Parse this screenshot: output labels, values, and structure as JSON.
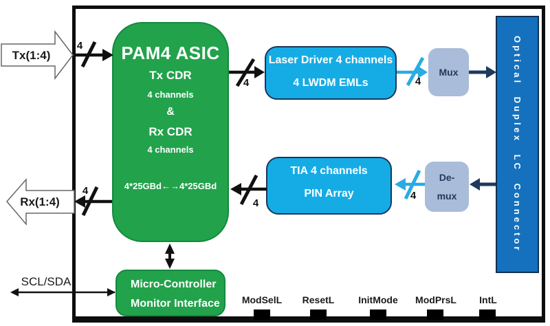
{
  "io": {
    "tx_label": "Tx(1:4)",
    "rx_label": "Rx(1:4)",
    "scl_sda_label": "SCL/SDA"
  },
  "blocks": {
    "pam4": {
      "title": "PAM4 ASIC",
      "lines": [
        "Tx CDR",
        "4 channels",
        "&",
        "Rx CDR",
        "4 channels"
      ],
      "rate": "4*25GBd←→4*25GBd"
    },
    "laser": {
      "lines": [
        "Laser Driver 4 channels",
        "4 LWDM EMLs"
      ]
    },
    "tia": {
      "lines": [
        "TIA 4 channels",
        "PIN Array"
      ]
    },
    "mux": {
      "label": "Mux"
    },
    "demux": {
      "lines": [
        "De-",
        "mux"
      ]
    },
    "optical": {
      "label": "Optical Duplex LC Connector"
    },
    "micro": {
      "lines": [
        "Micro-Controller",
        "Monitor Interface"
      ]
    }
  },
  "bus": {
    "tx_in": "4",
    "asic_to_laser": "4",
    "laser_to_mux": "4",
    "demux_to_tia": "4",
    "tia_to_asic": "4",
    "asic_to_rx": "4"
  },
  "pins": [
    "ModSelL",
    "ResetL",
    "InitMode",
    "ModPrsL",
    "IntL"
  ],
  "colors": {
    "green": "#22a24b",
    "light_blue": "#15ace6",
    "arrow_light_blue": "#29abe3",
    "navy": "#1f3a5f",
    "periwinkle": "#a9bcd9",
    "bar_blue": "#1571bd",
    "black": "#0d0d0d"
  }
}
